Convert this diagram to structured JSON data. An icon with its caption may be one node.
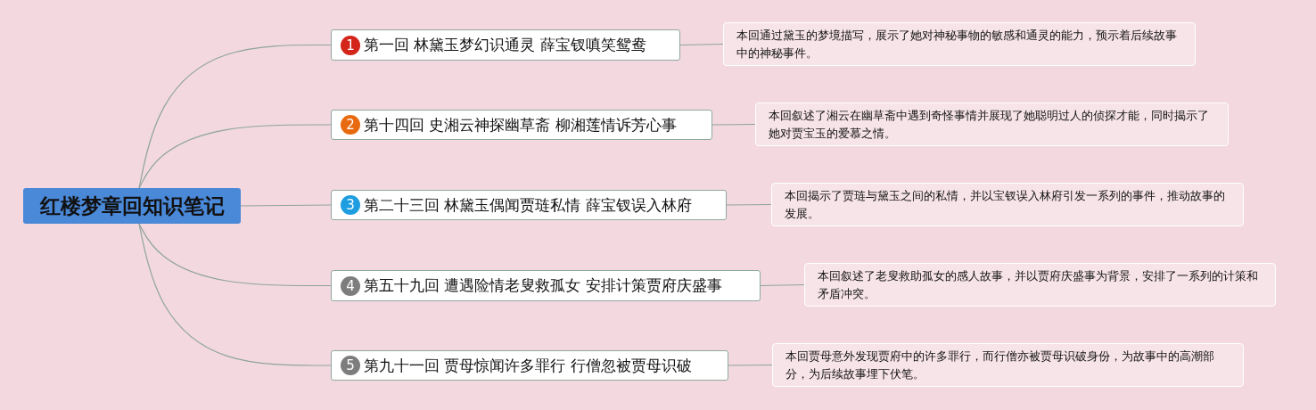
{
  "diagram": {
    "nodes": [
      {
        "text": [
          "红楼梦章回知识笔记"
        ]
      },
      {
        "text": [
          "1",
          "第一回 林黛玉梦幻识通灵 薛宝钗嗔笑鸳鸯"
        ]
      },
      {
        "text": [
          "本回通过黛玉的梦境描写，展示了她对神秘事物的敏感和通灵的能力，预示着后续故事中的神秘事件。"
        ]
      },
      {
        "text": [
          "2",
          "第十四回 史湘云神探幽草斋 柳湘莲情诉芳心事"
        ]
      },
      {
        "text": [
          "本回叙述了湘云在幽草斋中遇到奇怪事情并展现了她聪明过人的侦探才能，同时揭示了她对贾宝玉的爱慕之情。"
        ]
      },
      {
        "text": [
          "3",
          "第二十三回 林黛玉偶闻贾琏私情 薛宝钗误入林府"
        ]
      },
      {
        "text": [
          "本回揭示了贾琏与黛玉之间的私情，并以宝钗误入林府引发一系列的事件，推动故事的发展。"
        ]
      },
      {
        "text": [
          "4",
          "第五十九回 遭遇险情老叟救孤女 安排计策贾府庆盛事"
        ]
      },
      {
        "text": [
          "本回叙述了老叟救助孤女的感人故事，并以贾府庆盛事为背景，安排了一系列的计策和矛盾冲突。"
        ]
      },
      {
        "text": [
          "5",
          "第九十一回 贾母惊闻许多罪行 行僧忽被贾母识破"
        ]
      },
      {
        "text": [
          "本回贾母意外发现贾府中的许多罪行，而行僧亦被贾母识破身份，为故事中的高潮部分，为后续故事埋下伏笔。"
        ]
      }
    ],
    "edges": [
      {
        "from": 0,
        "to": 1,
        "arrow": "none"
      },
      {
        "from": 1,
        "to": 2,
        "arrow": "none"
      },
      {
        "from": 0,
        "to": 3,
        "arrow": "none"
      },
      {
        "from": 3,
        "to": 4,
        "arrow": "none"
      },
      {
        "from": 0,
        "to": 5,
        "arrow": "none"
      },
      {
        "from": 5,
        "to": 6,
        "arrow": "none"
      },
      {
        "from": 0,
        "to": 7,
        "arrow": "none"
      },
      {
        "from": 7,
        "to": 8,
        "arrow": "none"
      },
      {
        "from": 0,
        "to": 9,
        "arrow": "none"
      },
      {
        "from": 9,
        "to": 10,
        "arrow": "none"
      }
    ]
  }
}
